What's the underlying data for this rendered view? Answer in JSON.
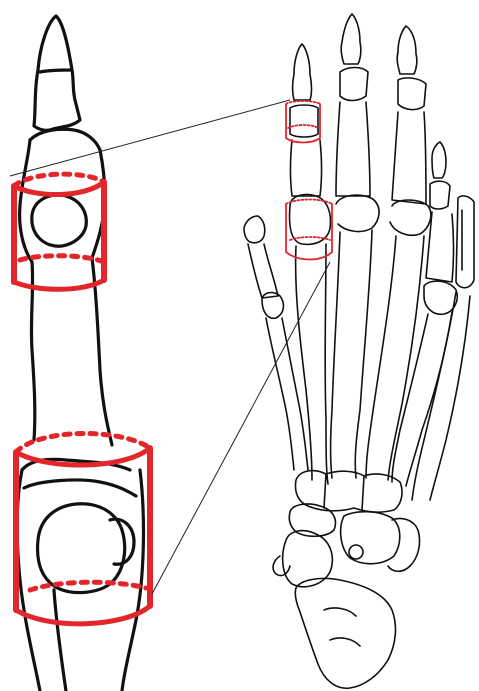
{
  "figure": {
    "kind": "anatomical-line-drawing",
    "colors": {
      "background": "#ffffff",
      "outline": "#111111",
      "highlight": "#e3262b",
      "highlight_light": "#ee7a7e",
      "leader_line": "#222222"
    },
    "parts": {
      "magnified_finger": "enlarged-toe-bones",
      "full_skeleton": "foot-skeleton-dorsal-view",
      "markers": [
        "joint-cylinder-upper",
        "joint-cylinder-lower"
      ]
    }
  }
}
